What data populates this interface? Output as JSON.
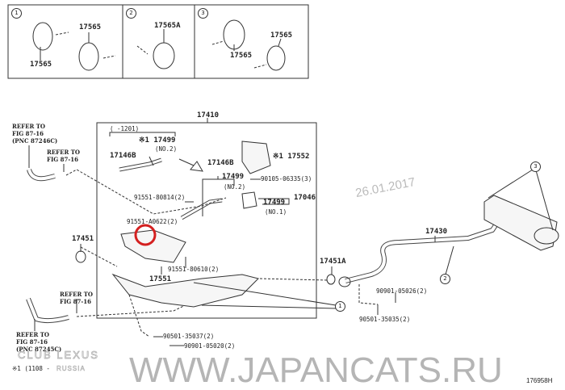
{
  "panels": [
    {
      "number": "1",
      "labels": [
        "17565",
        "17565"
      ]
    },
    {
      "number": "2",
      "labels": [
        "17565A"
      ]
    },
    {
      "number": "3",
      "labels": [
        "17565",
        "17565"
      ]
    }
  ],
  "parts": {
    "p17410": "17410",
    "range": "(      -1201)",
    "p17499_a": "※1 17499",
    "no2_a": "(NO.2)",
    "p17146b_a": "17146B",
    "p17146b_b": "17146B",
    "p17552": "※1 17552",
    "p17499_b": "17499",
    "no2_b": "(NO.2)",
    "p90105": "90105-06335(3)",
    "p17046": "17046",
    "p17499_c": "17499",
    "no1": "(NO.1)",
    "p91551_80814": "91551-80814(2)",
    "p91551_a0622": "91551-A0622(2)",
    "p17451": "17451",
    "p91551_80610": "91551-80610(2)",
    "p17551": "17551",
    "p90501_35037": "90501-35037(2)",
    "p90901_05020": "90901-05020(2)",
    "p17430": "17430",
    "p17451a": "17451A",
    "p90901_05026": "90901-05026(2)",
    "p90501_35035": "90501-35035(2)"
  },
  "refs": {
    "r1": "REFER TO\nFIG 87-16\n(PNC 87246C)",
    "r2": "REFER TO\nFIG 87-16",
    "r3": "REFER TO\nFIG 87-16",
    "r4": "REFER TO\nFIG 87-16\n(PNC 87245C)"
  },
  "callouts": [
    "1",
    "2",
    "3"
  ],
  "footnote": "※1 (1108 -",
  "watermark": "WWW.JAPANCATS.RU",
  "date_stamp": "26.01.2017",
  "logo_text": "CLUB LEXUS",
  "logo_sub": "RUSSIA",
  "diagram_code": "176958H",
  "colors": {
    "highlight": "#d42020",
    "line": "#333333"
  }
}
